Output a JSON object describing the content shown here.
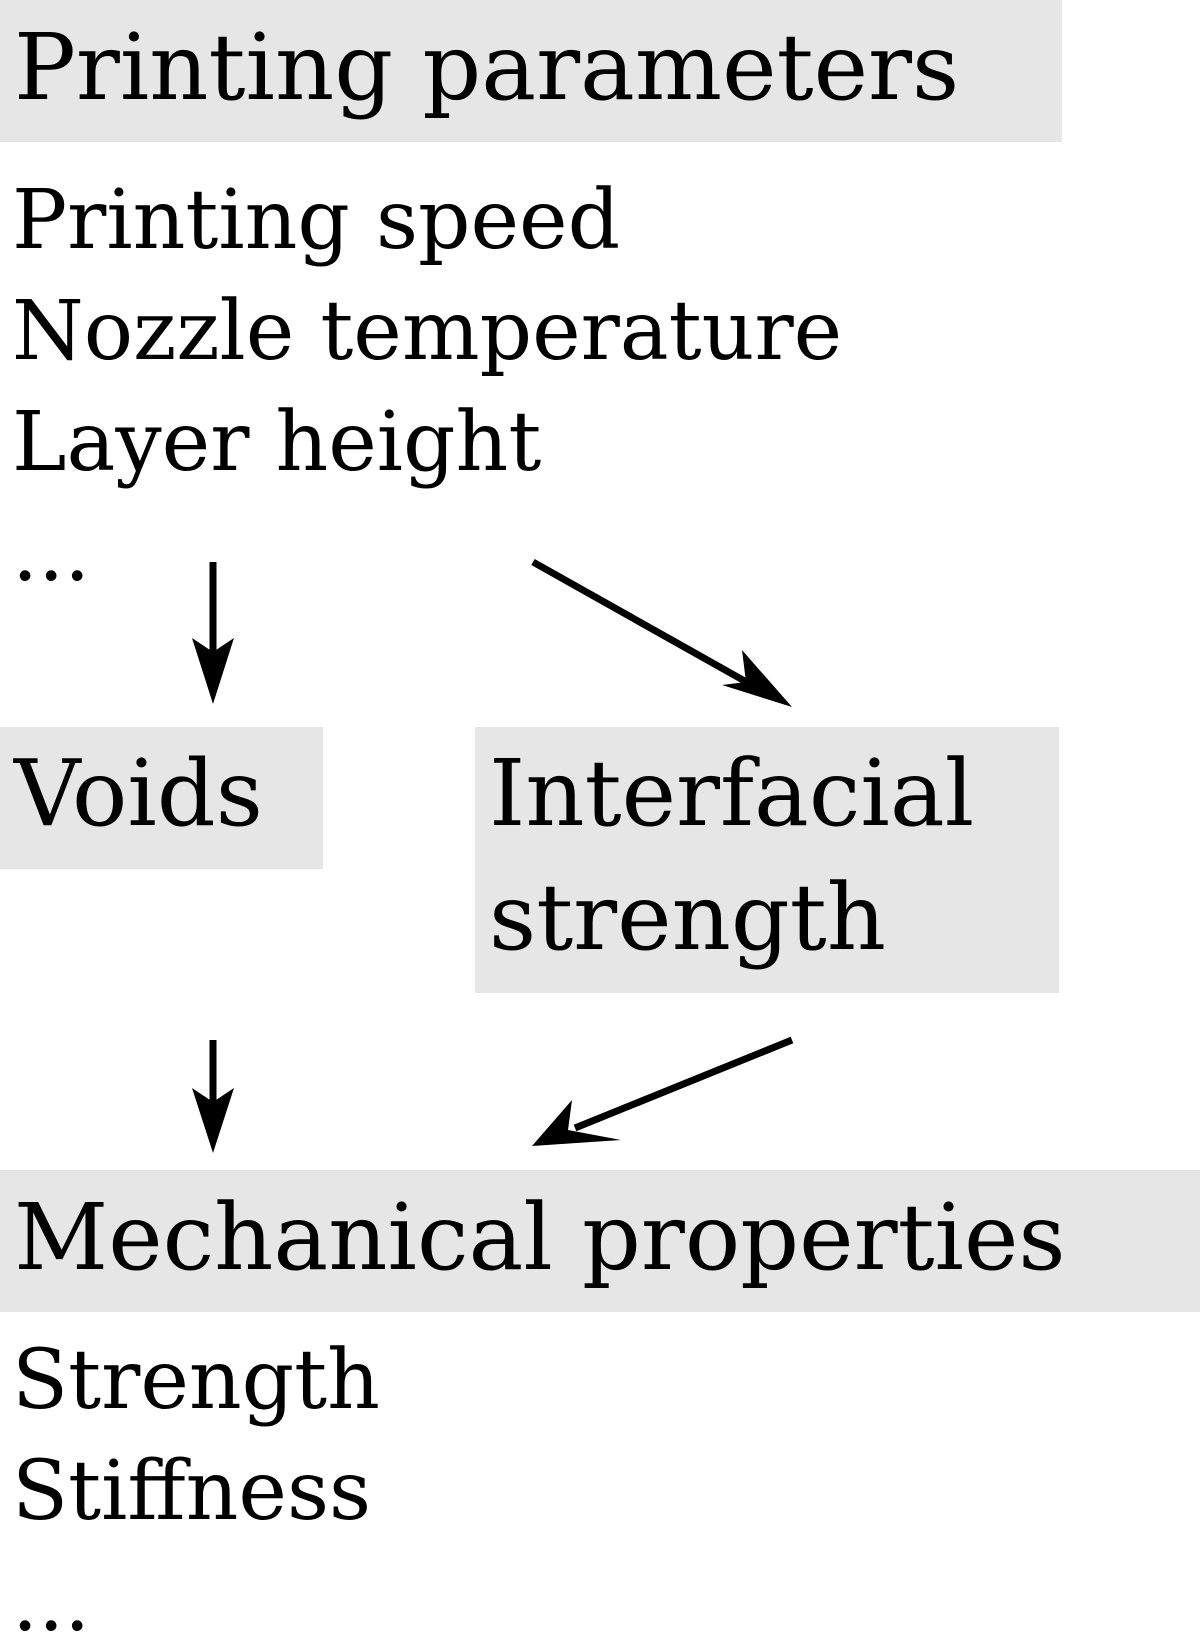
{
  "nodes": {
    "printing_parameters": {
      "title": "Printing parameters",
      "items": [
        "Printing speed",
        "Nozzle temperature",
        "Layer height",
        "..."
      ]
    },
    "voids": {
      "title": "Voids"
    },
    "interfacial_strength": {
      "title_line1": "Interfacial",
      "title_line2": "strength"
    },
    "mechanical_properties": {
      "title": "Mechanical properties",
      "items": [
        "Strength",
        "Stiffness",
        "..."
      ]
    }
  },
  "edges": [
    {
      "from": "printing_parameters",
      "to": "voids"
    },
    {
      "from": "printing_parameters",
      "to": "interfacial_strength"
    },
    {
      "from": "voids",
      "to": "mechanical_properties"
    },
    {
      "from": "interfacial_strength",
      "to": "mechanical_properties"
    }
  ],
  "colors": {
    "box_fill": "#e6e6e6",
    "text": "#000000",
    "arrow": "#000000"
  }
}
